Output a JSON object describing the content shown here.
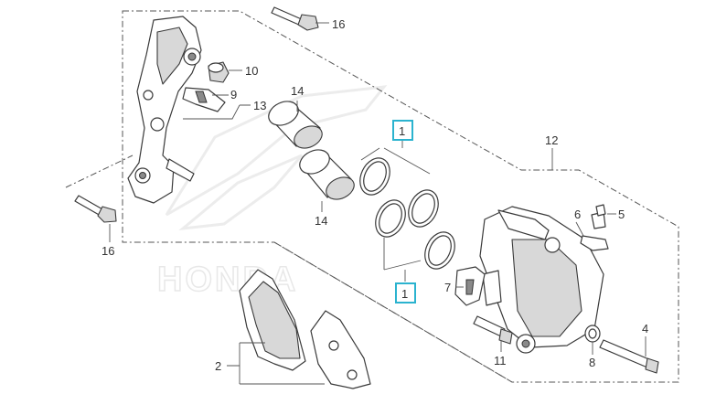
{
  "watermark": {
    "text": "HONDA"
  },
  "callouts": [
    {
      "id": "1a",
      "label": "1",
      "highlighted": true
    },
    {
      "id": "1b",
      "label": "1",
      "highlighted": true
    },
    {
      "id": "2",
      "label": "2"
    },
    {
      "id": "4",
      "label": "4"
    },
    {
      "id": "5",
      "label": "5"
    },
    {
      "id": "6",
      "label": "6"
    },
    {
      "id": "7",
      "label": "7"
    },
    {
      "id": "8",
      "label": "8"
    },
    {
      "id": "9",
      "label": "9"
    },
    {
      "id": "10",
      "label": "10"
    },
    {
      "id": "11",
      "label": "11"
    },
    {
      "id": "12",
      "label": "12"
    },
    {
      "id": "13",
      "label": "13"
    },
    {
      "id": "14a",
      "label": "14"
    },
    {
      "id": "14b",
      "label": "14"
    },
    {
      "id": "16a",
      "label": "16"
    },
    {
      "id": "16b",
      "label": "16"
    }
  ],
  "colors": {
    "highlight": "#2bb3cf",
    "line": "#3a3a3a",
    "text": "#333333"
  }
}
